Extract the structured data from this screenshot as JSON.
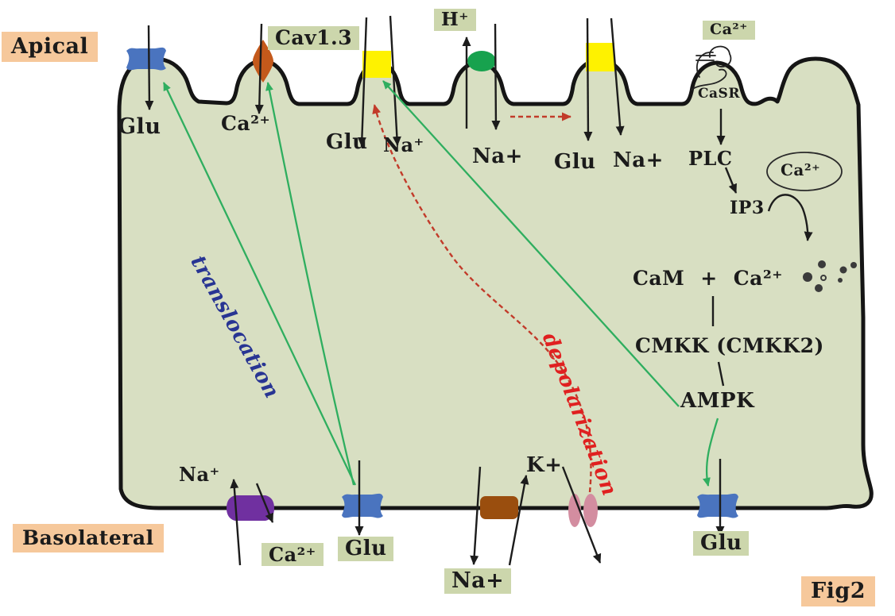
{
  "figure": {
    "apical_label": "Apical",
    "basolateral_label": "Basolateral",
    "fig_label": "Fig2"
  },
  "apical_membrane": {
    "glut_glu": "Glu",
    "cav13": "Cav1.3",
    "ca_influx": "Ca²⁺",
    "sglt1_glu": "Glu",
    "sglt1_na": "Na⁺",
    "nhe_h": "H⁺",
    "nhe_na": "Na+",
    "sglt2_glu": "Glu",
    "sglt2_na": "Na+",
    "casr_ca": "Ca²⁺",
    "casr_name": "CaSR"
  },
  "signaling": {
    "plc": "PLC",
    "ip3": "IP3",
    "er_ca": "Ca²⁺",
    "cam": "CaM",
    "plus": "+",
    "cam_ca": "Ca²⁺",
    "cmkk": "CMKK (CMKK2)",
    "ampk": "AMPK"
  },
  "annotations": {
    "translocation": "translocation",
    "depolarization": "depolarization"
  },
  "basolateral_membrane": {
    "ncx_na": "Na⁺",
    "ncx_ca": "Ca²⁺",
    "glut_glu": "Glu",
    "pump_na": "Na+",
    "pump_k": "K+",
    "glut_right_glu": "Glu"
  },
  "colors": {
    "cell_fill": "#d8dfc2",
    "membrane_stroke": "#151515",
    "label_green_bg": "#ccd6ac",
    "label_peach_bg": "#f6c89b",
    "transporter_blue": "#4a74bf",
    "transporter_yellow": "#fef200",
    "channel_orange": "#c4591b",
    "exchanger_green": "#17a24e",
    "exchanger_purple": "#7030a0",
    "pump_brown": "#9a4e0e",
    "channel_pink": "#d38da0",
    "arrow_green": "#2fae5f",
    "arrow_red_dashed": "#c23b2a",
    "translocation_text": "#283593",
    "depolarization_text": "#e02020"
  }
}
